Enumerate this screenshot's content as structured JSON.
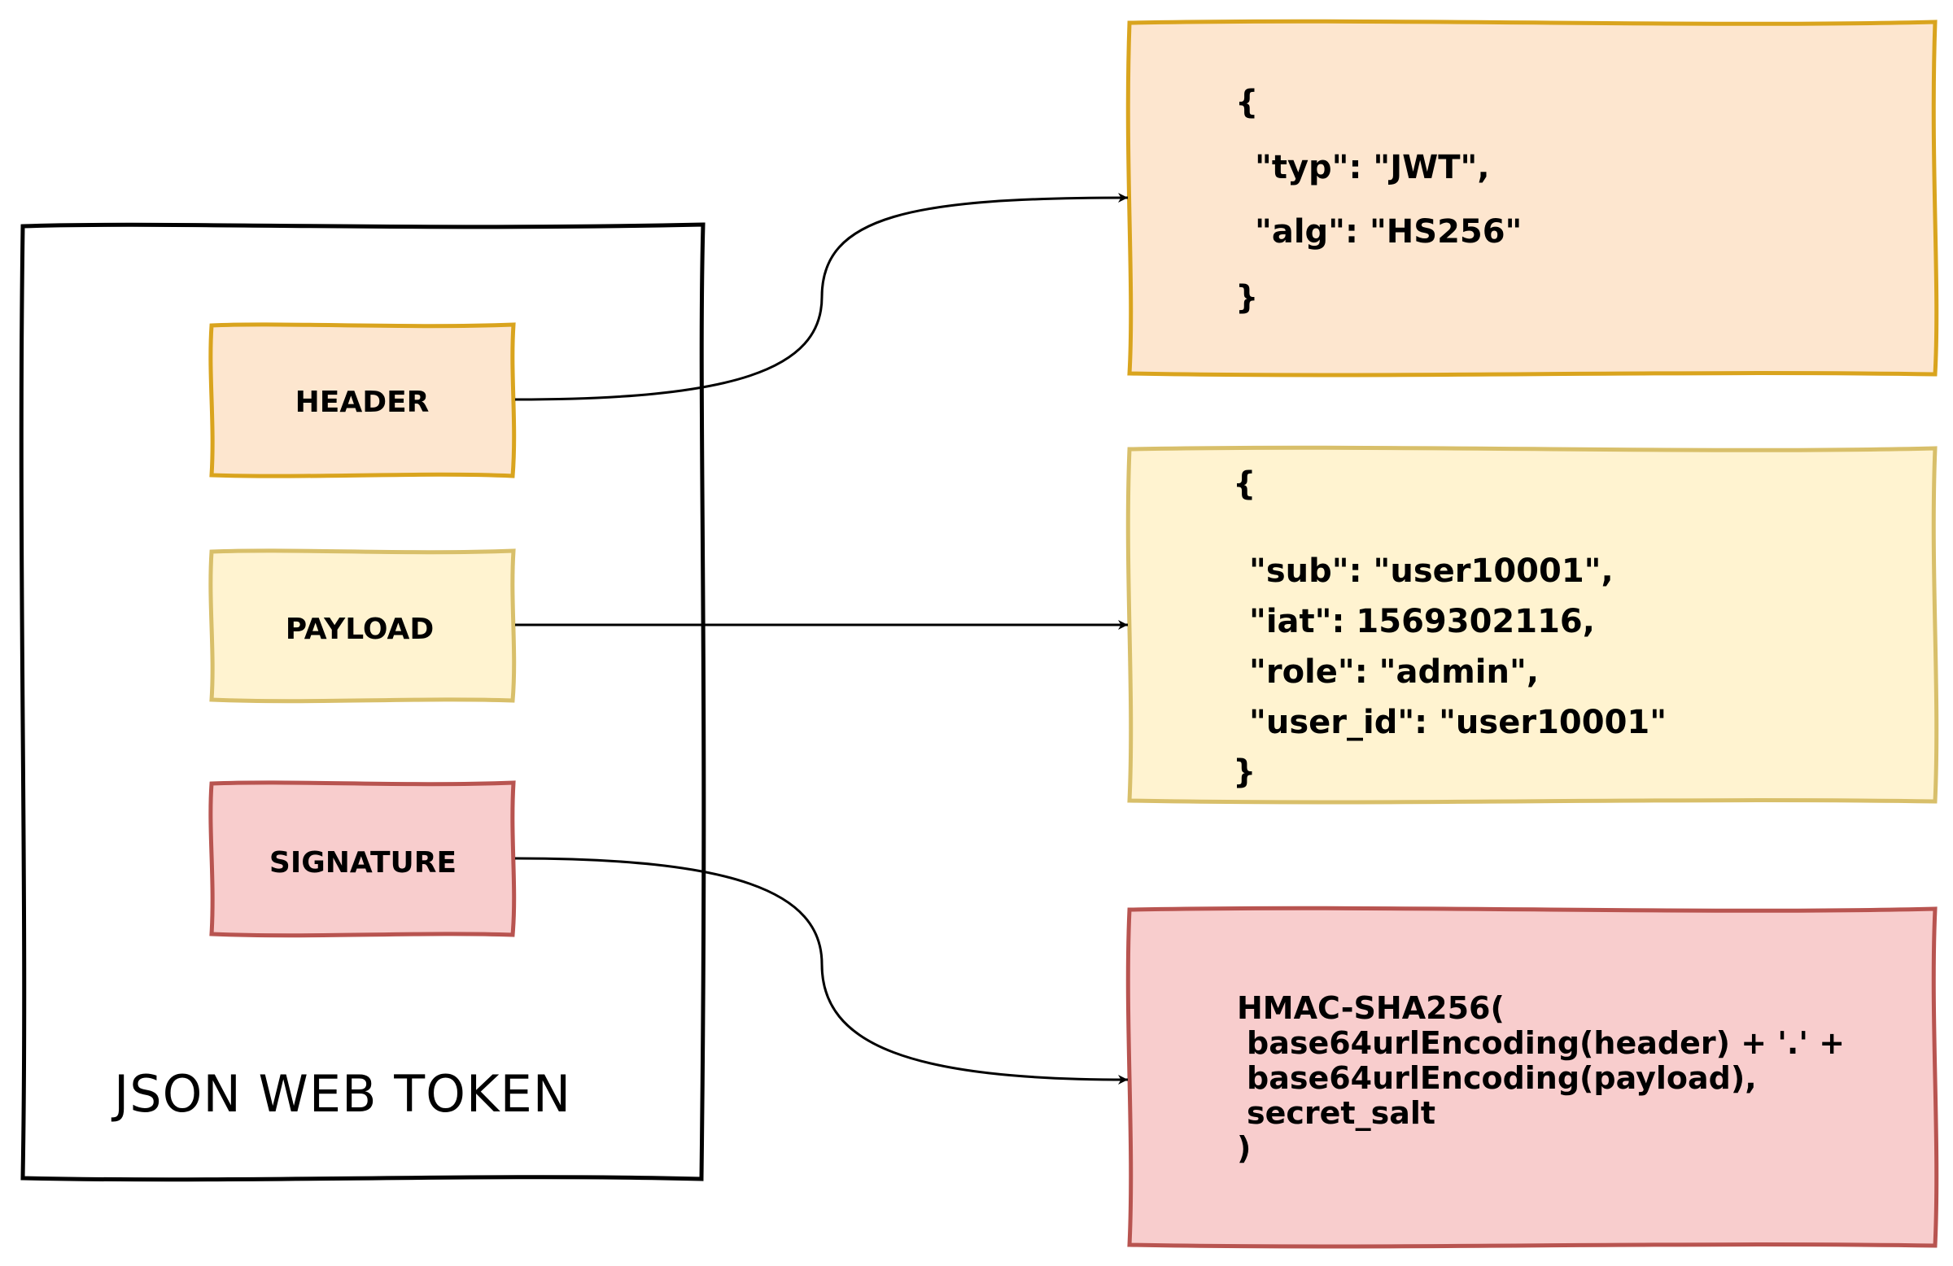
{
  "token": {
    "title": "JSON WEB TOKEN",
    "parts": {
      "header": "HEADER",
      "payload": "PAYLOAD",
      "signature": "SIGNATURE"
    }
  },
  "header_json": {
    "lines": [
      "{",
      "\"typ\": \"JWT\",",
      "\"alg\": \"HS256\"",
      "}"
    ]
  },
  "payload_json": {
    "lines": [
      "{",
      "\"sub\": \"user10001\",",
      "\"iat\": 1569302116,",
      "\"role\": \"admin\",",
      "\"user_id\": \"user10001\"",
      "}"
    ]
  },
  "signature_formula": {
    "lines": [
      "HMAC-SHA256(",
      "base64urlEncoding(header) + '.' +",
      "base64urlEncoding(payload),",
      "secret_salt",
      ")"
    ]
  },
  "colors": {
    "header_fill": "#fde6cf",
    "header_stroke": "#d9a41e",
    "payload_fill": "#fff3d0",
    "payload_stroke": "#d8bf6a",
    "signature_fill": "#f8cdcd",
    "signature_stroke": "#b85450",
    "outline": "#000000"
  }
}
